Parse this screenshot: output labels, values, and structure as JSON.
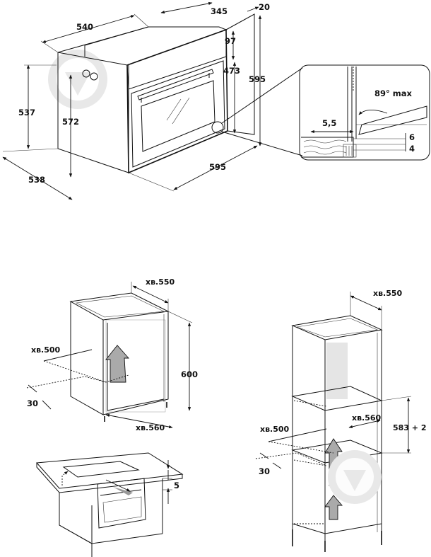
{
  "top_oven": {
    "width_top": "540",
    "depth_top": "345",
    "offset": "20",
    "panel": "97",
    "door": "473",
    "height_right": "595",
    "height_left": "537",
    "inner_height": "572",
    "depth_bottom": "538",
    "width_bottom": "595"
  },
  "detail": {
    "angle": "89° max",
    "gap": "5,5",
    "dim_a": "6",
    "dim_b": "4"
  },
  "under_counter": {
    "width": "xв.550",
    "depth": "xв.500",
    "height": "600",
    "back_gap": "30",
    "inner_width": "xв.560"
  },
  "column": {
    "width": "xв.550",
    "inner_width": "xв.560",
    "niche_height": "583 + 2",
    "depth": "xв.500",
    "back_gap": "30"
  },
  "counter": {
    "gap": "5"
  }
}
